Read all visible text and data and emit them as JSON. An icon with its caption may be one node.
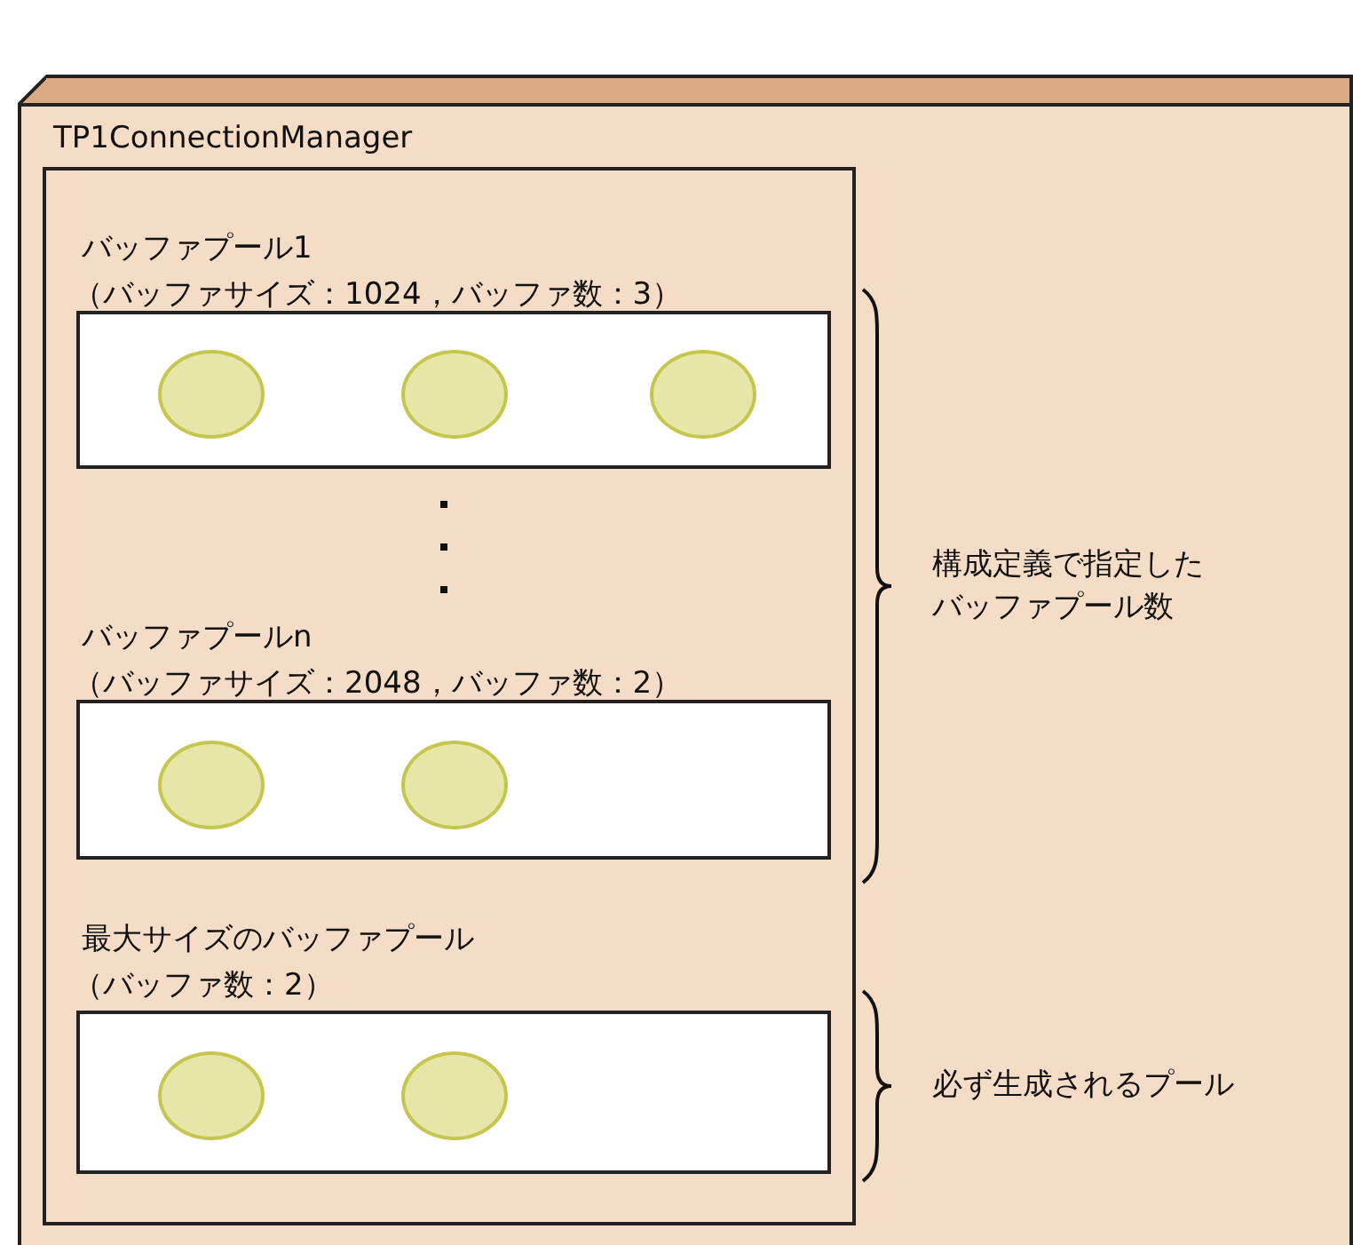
{
  "diagram": {
    "nodes": [
      {
        "text": [],
        "shape": "box"
      },
      {
        "text": [
          "TP1ConnectionManager"
        ],
        "in": 0
      },
      {
        "text": [
          "バッファプール1",
          "（バッファサイズ：1024，バッファ数：3）"
        ],
        "in": 1
      },
      {
        "text": [],
        "shape": "circle",
        "in": 2
      },
      {
        "text": [],
        "shape": "circle",
        "in": 2
      },
      {
        "text": [],
        "shape": "circle",
        "in": 2
      },
      {
        "text": [
          "バッファプールn",
          "（バッファサイズ：2048，バッファ数：2）"
        ],
        "in": 1
      },
      {
        "text": [],
        "shape": "circle",
        "in": 6
      },
      {
        "text": [],
        "shape": "circle",
        "in": 6
      },
      {
        "text": [
          "最大サイズのバッファプール",
          "（バッファ数：2）"
        ],
        "in": 1
      },
      {
        "text": [],
        "shape": "circle",
        "in": 9
      },
      {
        "text": [],
        "shape": "circle",
        "in": 9
      }
    ],
    "labels": [
      "構成定義で指定したバッファプール数",
      "必ず生成されるプール"
    ]
  }
}
